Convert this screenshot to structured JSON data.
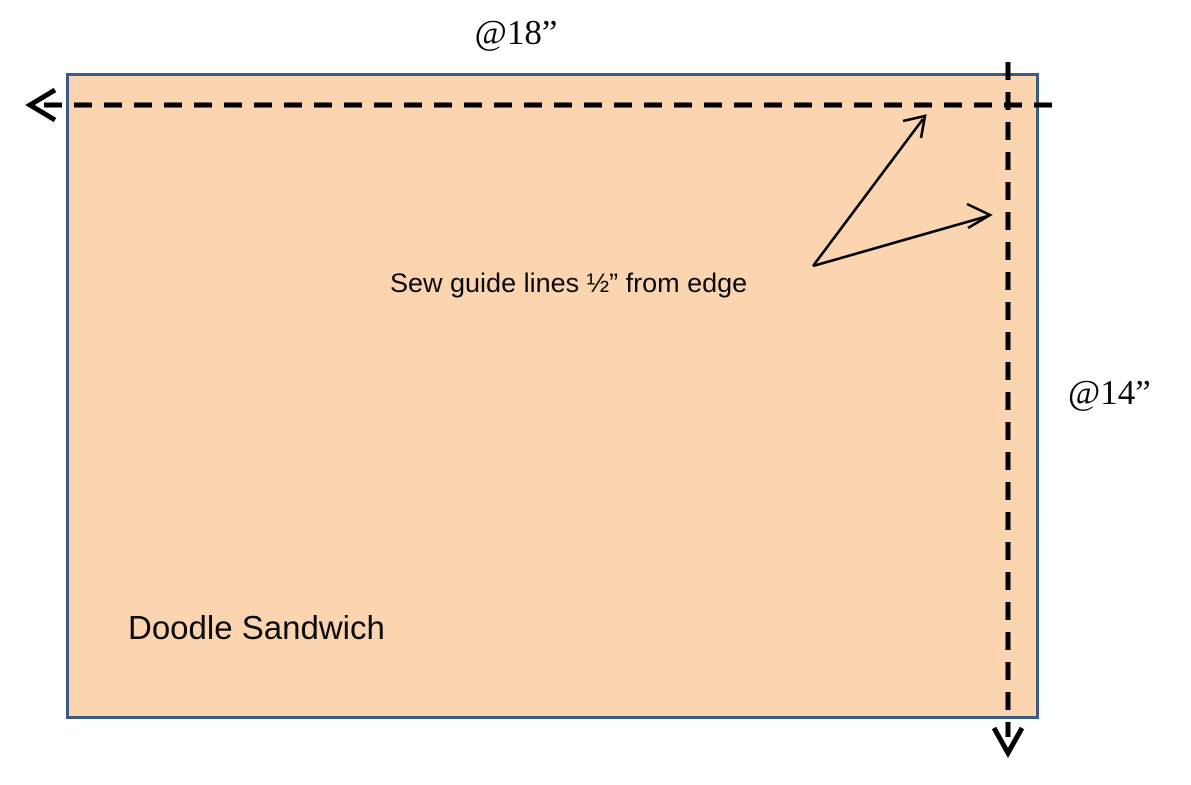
{
  "diagram": {
    "title": "Doodle Sandwich fabric cutting and sewing guide",
    "fabric_piece": {
      "name_label": "Doodle Sandwich",
      "fill_color": "#FBD4B0",
      "border_color": "#3C5A86"
    },
    "dimensions": {
      "width_label": "@18”",
      "height_label": "@14”"
    },
    "annotation": {
      "guide_line_note": "Sew guide lines ½” from edge"
    },
    "guide_lines": {
      "color": "#000000",
      "horizontal_name": "horizontal-sew-guide-line",
      "vertical_name": "vertical-sew-guide-line"
    }
  }
}
